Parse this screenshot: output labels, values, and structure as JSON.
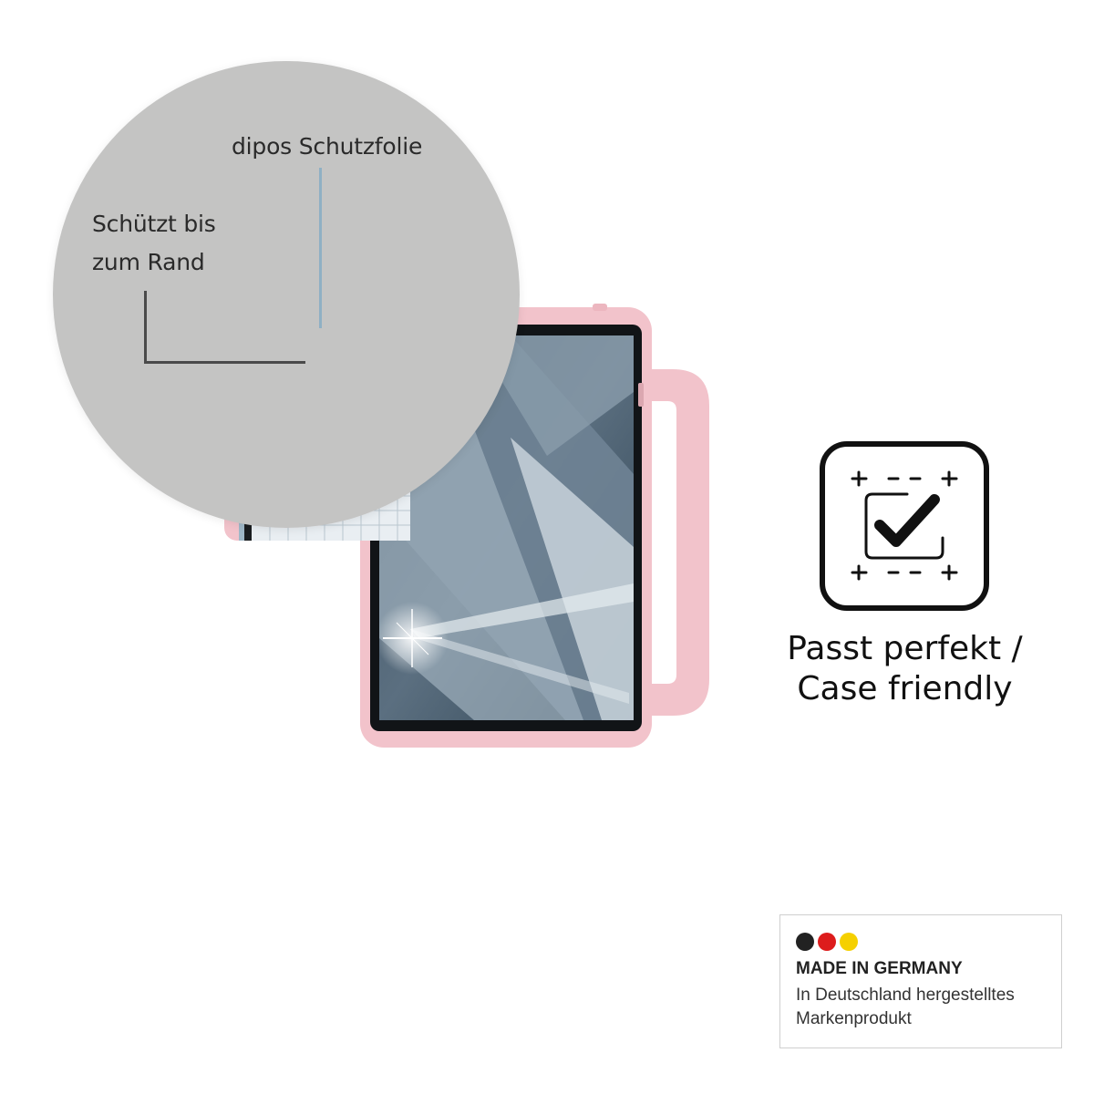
{
  "zoom": {
    "label_top": "dipos Schutzfolie",
    "label_left_line1": "Schützt bis",
    "label_left_line2": "zum Rand"
  },
  "badge": {
    "icon": "check-frame-icon",
    "line1": "Passt perfekt /",
    "line2": "Case friendly"
  },
  "made_in_germany": {
    "dot_colors": [
      "#222222",
      "#dd1c1c",
      "#f5d000"
    ],
    "title": "MADE IN GERMANY",
    "line1": "In Deutschland hergestelltes",
    "line2": "Markenprodukt"
  },
  "colors": {
    "case": "#f2c3cb",
    "circle": "#c4c4c3",
    "leader_blue": "#8fb0c4"
  }
}
